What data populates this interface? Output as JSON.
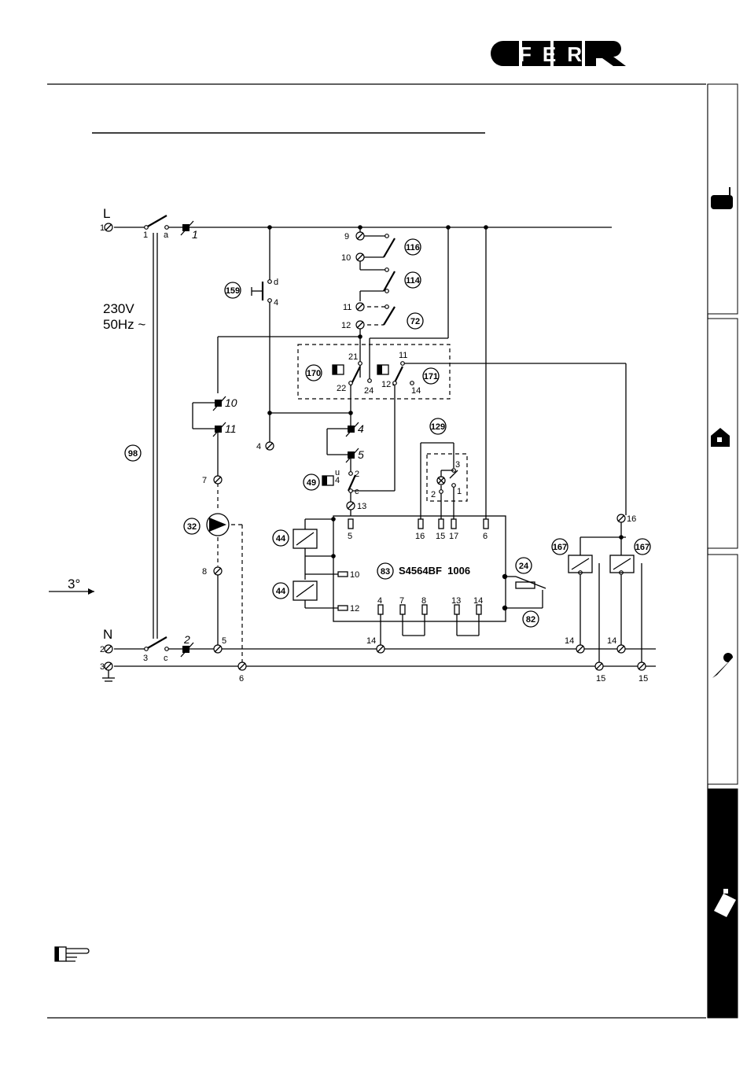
{
  "brand": {
    "logo_text": "FER"
  },
  "supply": {
    "L": "L",
    "N": "N",
    "voltage": "230V",
    "frequency": "50Hz ~",
    "phase_note": "3°"
  },
  "terminals": {
    "main_left": [
      "1",
      "2",
      "3"
    ],
    "switch": [
      "1",
      "a",
      "3",
      "c"
    ],
    "aux_9_12": [
      "9",
      "10",
      "11",
      "12"
    ],
    "pump": [
      "7",
      "8"
    ],
    "bottom_bus": [
      "5",
      "6",
      "14",
      "14",
      "14",
      "15",
      "15"
    ],
    "misc": [
      "4",
      "16",
      "13",
      "2",
      "c",
      "4",
      "u",
      "d",
      "4"
    ]
  },
  "components": {
    "c1": "1",
    "c2": "2",
    "c4": "4",
    "c5": "5",
    "c10": "10",
    "c11": "11",
    "b159": "159",
    "b116": "116",
    "b114": "114",
    "b72": "72",
    "b170": "170",
    "b171": "171",
    "b98": "98",
    "b32": "32",
    "b49": "49",
    "b129": "129",
    "b44a": "44",
    "b44b": "44",
    "b83": "83",
    "b24": "24",
    "b82": "82",
    "b167a": "167",
    "b167b": "167"
  },
  "switch_contacts": {
    "s170": [
      "21",
      "22",
      "24"
    ],
    "s171": [
      "11",
      "12",
      "14"
    ],
    "lamp": [
      "3",
      "2",
      "1"
    ]
  },
  "control_unit": {
    "model": "S4564BF  1006",
    "pins_top": [
      "5",
      "16",
      "15",
      "17",
      "6"
    ],
    "pins_side": [
      "10",
      "12"
    ],
    "pins_bottom": [
      "4",
      "7",
      "8",
      "13",
      "14"
    ]
  },
  "tabs": [
    {
      "name": "boiler-icon",
      "active": false
    },
    {
      "name": "house-icon",
      "active": false
    },
    {
      "name": "wrench-icon",
      "active": false
    },
    {
      "name": "clipboard-icon",
      "active": true
    }
  ],
  "note_icon": "pointing-hand-icon"
}
